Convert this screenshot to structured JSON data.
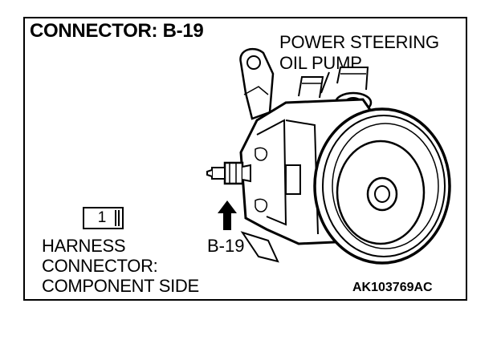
{
  "title": "CONNECTOR: B-19",
  "callout": {
    "line1": "POWER STEERING",
    "line2": "OIL PUMP"
  },
  "connector_symbol": {
    "pin": "1"
  },
  "harness_label": {
    "line1": "HARNESS",
    "line2": "CONNECTOR:",
    "line3": "COMPONENT SIDE"
  },
  "arrow_label": "B-19",
  "figure_code": "AK103769AC",
  "colors": {
    "ink": "#000000",
    "paper": "#ffffff"
  },
  "icons": {
    "pump": "power-steering-pump-drawing",
    "arrow": "up-arrow-icon",
    "leader": "leader-line"
  }
}
